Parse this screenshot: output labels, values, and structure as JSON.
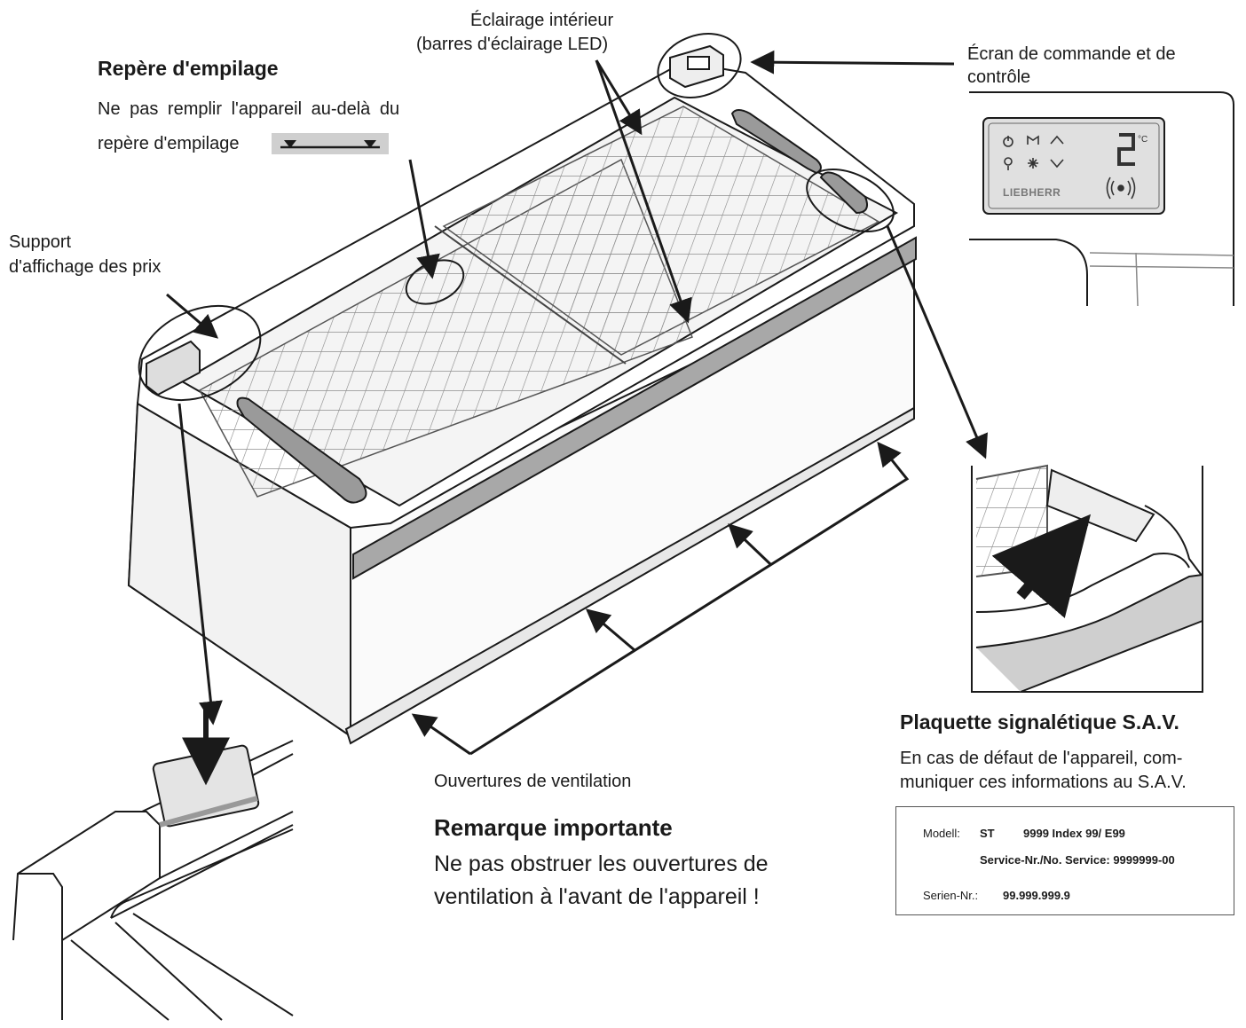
{
  "labels": {
    "stacking_title": "Repère d'empilage",
    "stacking_line1": "Ne pas remplir l'appareil au-delà du",
    "stacking_line2": "repère d'empilage",
    "lighting_line1": "Éclairage intérieur",
    "lighting_line2": "(barres d'éclairage LED)",
    "control_line1": "Écran de commande et de",
    "control_line2": "contrôle",
    "price_line1": "Support",
    "price_line2": "d'affichage des prix",
    "vent_label": "Ouvertures de ventilation",
    "notice_title": "Remarque importante",
    "notice_line1": "Ne pas obstruer les ouvertures de",
    "notice_line2": "ventilation à l'avant de l'appareil !",
    "plate_title": "Plaquette signalétique S.A.V.",
    "plate_line1": "En cas de défaut de l'appareil, com-",
    "plate_line2": "muniquer ces informations au S.A.V."
  },
  "control_panel": {
    "temperature": "2",
    "unit": "°C",
    "brand": "LIEBHERR",
    "icons": [
      "power-icon",
      "fan-icon",
      "up-arrow-icon",
      "light-icon",
      "defrost-icon",
      "down-arrow-icon",
      "wireless-icon"
    ]
  },
  "rating_plate": {
    "model_label": "Modell:",
    "model_value": "ST",
    "model_detail": "9999 Index 99/ E99",
    "service_label": "Service-Nr./No. Service:",
    "service_value": "9999999-00",
    "serial_label": "Serien-Nr.:",
    "serial_value": "99.999.999.9"
  },
  "colors": {
    "line": "#1a1a1a",
    "gray": "#9a9a9a",
    "light": "#d0d0d0"
  }
}
